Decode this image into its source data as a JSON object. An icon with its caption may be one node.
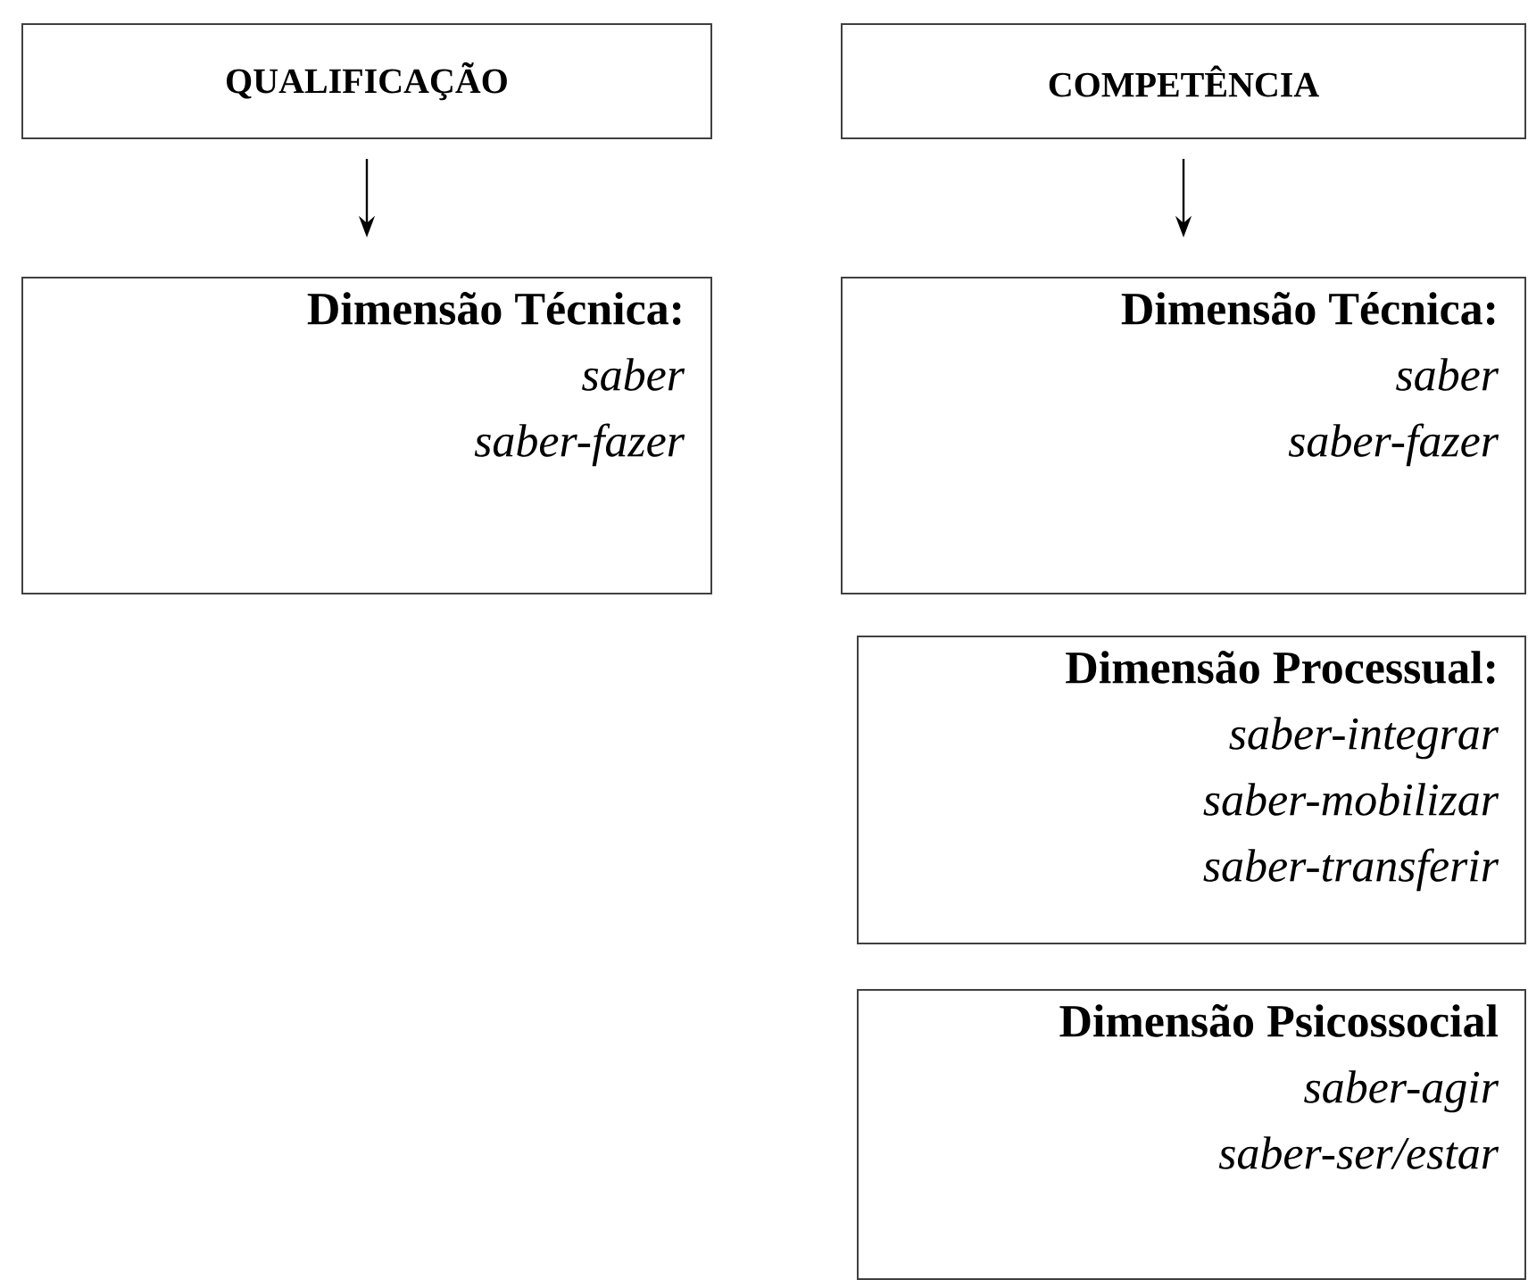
{
  "diagram": {
    "nodes": [
      {
        "text": [
          "QUALIFICAÇÃO"
        ]
      },
      {
        "text": [
          "COMPETÊNCIA"
        ]
      },
      {
        "text": [
          "Dimensão Técnica:",
          "saber",
          "saber-fazer"
        ]
      },
      {
        "text": [
          "Dimensão Técnica:",
          "saber",
          "saber-fazer"
        ]
      },
      {
        "text": [
          "Dimensão Processual:",
          "saber-integrar",
          "saber-mobilizar",
          "saber-transferir"
        ]
      },
      {
        "text": [
          "Dimensão Psicossocial",
          "saber-agir",
          "saber-ser/estar"
        ]
      }
    ],
    "edges": [
      {
        "from": 0,
        "to": 2,
        "arrow": "to"
      },
      {
        "from": 1,
        "to": 3,
        "arrow": "to"
      }
    ]
  }
}
